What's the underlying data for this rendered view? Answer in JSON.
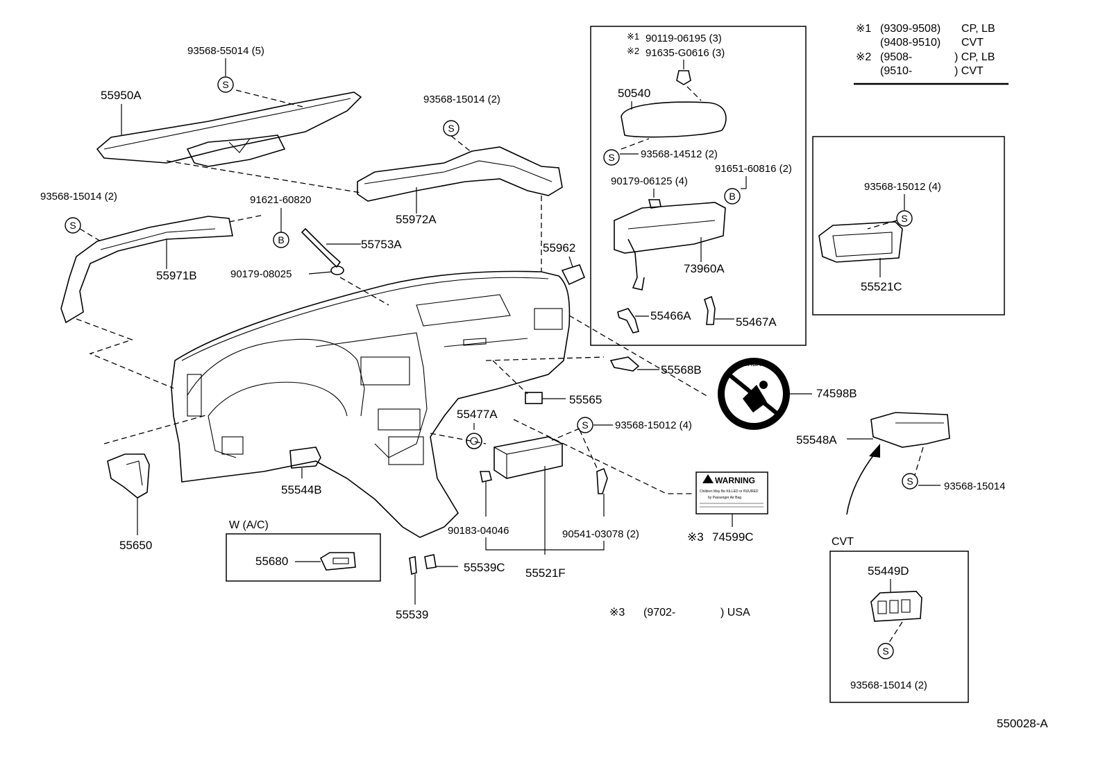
{
  "notes": {
    "n1_mark": "※1",
    "n1_a_range": "(9309-9508)",
    "n1_a_model": "CP, LB",
    "n1_b_range": "(9408-9510)",
    "n1_b_model": "CVT",
    "n2_mark": "※2",
    "n2_a_range": "(9508-",
    "n2_a_model": ") CP, LB",
    "n2_b_range": "(9510-",
    "n2_b_model": ") CVT",
    "n3_mark": "※3",
    "n3_range": "(9702-",
    "n3_model": ") USA"
  },
  "parts": {
    "p93568_55014": "93568-55014 (5)",
    "p55950A": "55950A",
    "p93568_15014_a": "93568-15014 (2)",
    "p55972A": "55972A",
    "p93568_15014_b": "93568-15014 (2)",
    "p91621_60820": "91621-60820",
    "p55753A": "55753A",
    "p55971B": "55971B",
    "p90179_08025": "90179-08025",
    "p55962": "55962",
    "p90119_06195": "90119-06195 (3)",
    "p91635_G0616": "91635-G0616 (3)",
    "p50540": "50540",
    "p93568_14512": "93568-14512 (2)",
    "p90179_06125": "90179-06125 (4)",
    "p91651_60816": "91651-60816 (2)",
    "p73960A": "73960A",
    "p55466A": "55466A",
    "p55467A": "55467A",
    "p93568_15012_a": "93568-15012 (4)",
    "p55521C": "55521C",
    "p55568B": "55568B",
    "p74598B": "74598B",
    "p55565": "55565",
    "p55477A": "55477A",
    "p93568_15012_b": "93568-15012 (4)",
    "p55548A": "55548A",
    "p93568_15014_c": "93568-15014",
    "p55544B": "55544B",
    "p55650": "55650",
    "p90183_04046": "90183-04046",
    "p90541_03078": "90541-03078 (2)",
    "p74599C": "74599C",
    "p74599C_mark": "※3",
    "p55680": "55680",
    "p55539C": "55539C",
    "p55521F": "55521F",
    "p55539": "55539",
    "p55449D": "55449D",
    "p93568_15014_d": "93568-15014 (2)"
  },
  "groups": {
    "wac_title": "W (A/C)",
    "cvt_title": "CVT"
  },
  "warning_label": {
    "heading": "WARNING",
    "line1": "Children May Be KILLED or INJURED",
    "line2": "by Passenger Air Bag"
  },
  "airbag_label": "AIRBAG",
  "fastener_symbols": {
    "screw": "S",
    "bolt": "B"
  },
  "icons": [
    "warning-triangle-icon",
    "airbag-child-seat-icon"
  ],
  "diagram_id": "550028-A"
}
